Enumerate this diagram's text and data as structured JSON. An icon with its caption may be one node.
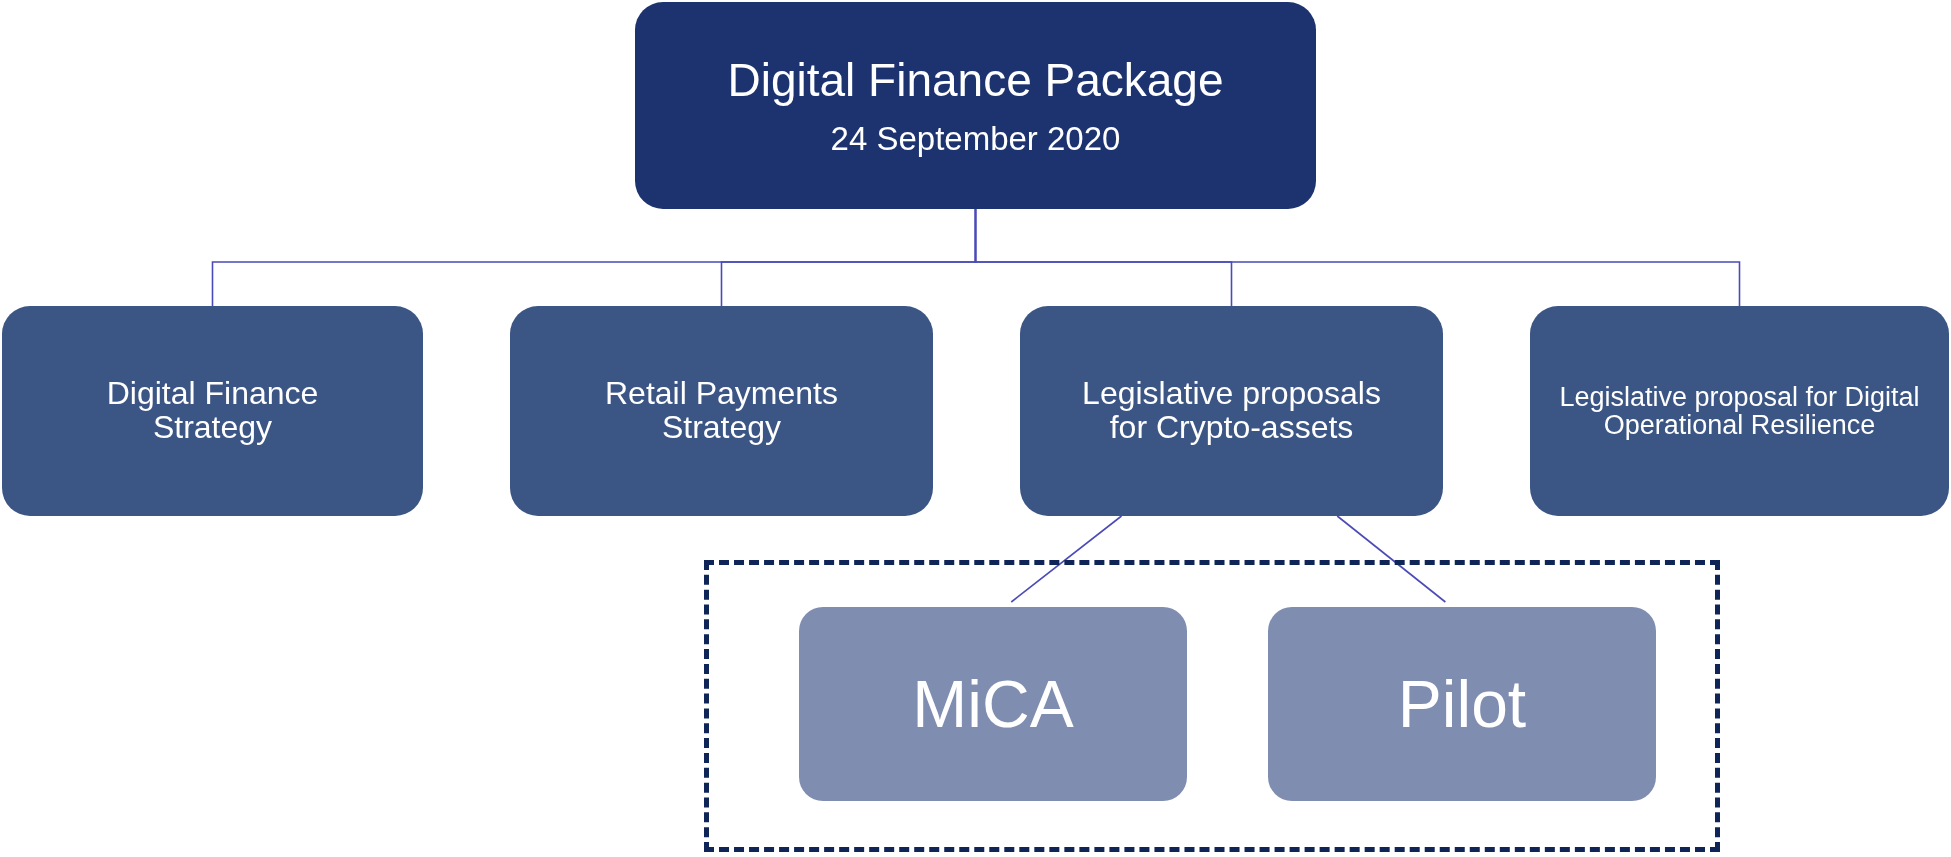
{
  "diagram": {
    "nodes": [
      {
        "text": [
          "Digital Finance Package",
          "24 September 2020"
        ]
      },
      {
        "text": [
          "Digital Finance Strategy"
        ]
      },
      {
        "text": [
          "Retail Payments Strategy"
        ]
      },
      {
        "text": [
          "Legislative proposals for Crypto-assets"
        ]
      },
      {
        "text": [
          "Legislative proposal for Digital Operational Resilience"
        ]
      },
      {
        "text": [],
        "shape": "box"
      },
      {
        "text": [
          "MiCA"
        ],
        "in": 5
      },
      {
        "text": [
          "Pilot"
        ],
        "in": 5
      }
    ],
    "edges": [
      {
        "from": 0,
        "to": 1,
        "arrow": "none"
      },
      {
        "from": 0,
        "to": 2,
        "arrow": "none"
      },
      {
        "from": 0,
        "to": 3,
        "arrow": "none"
      },
      {
        "from": 0,
        "to": 4,
        "arrow": "none"
      },
      {
        "from": 3,
        "to": 6,
        "arrow": "none"
      },
      {
        "from": 3,
        "to": 7,
        "arrow": "none"
      }
    ]
  }
}
